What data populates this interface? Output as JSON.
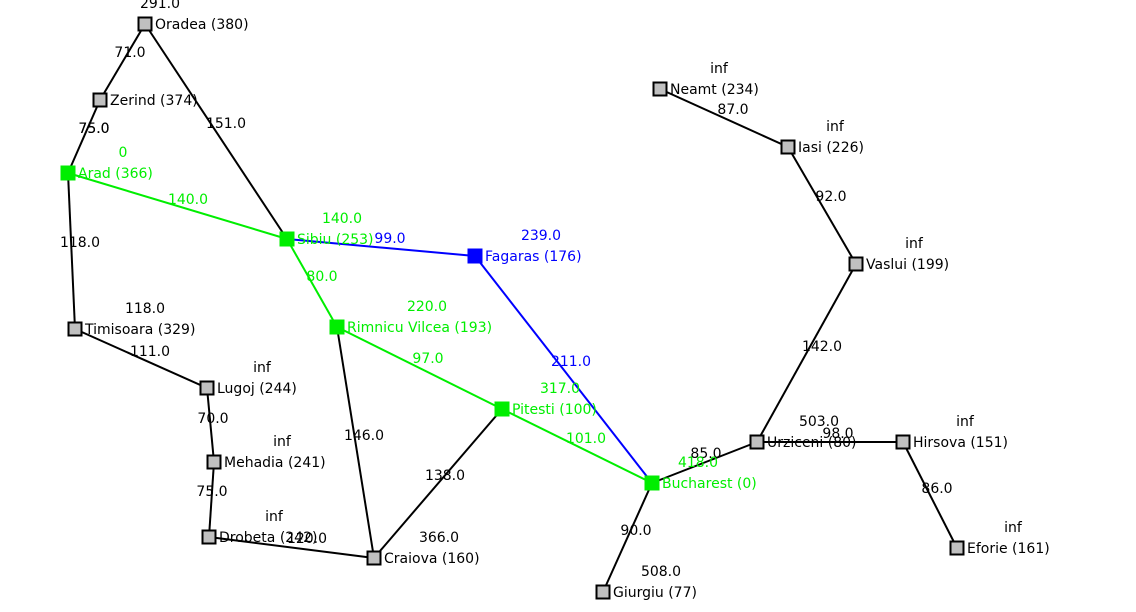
{
  "colors": {
    "default_node_fill": "#c0c0c0",
    "default_edge": "#000000",
    "default_text": "#000000",
    "green": "#00ee00",
    "blue": "#0000ff"
  },
  "nodes": [
    {
      "id": "oradea",
      "label": "Oradea (380)",
      "cost": "291.0",
      "state": "default"
    },
    {
      "id": "zerind",
      "label": "Zerind (374)",
      "cost": "75.0",
      "state": "default"
    },
    {
      "id": "arad",
      "label": "Arad (366)",
      "cost": "0",
      "state": "green"
    },
    {
      "id": "timisoara",
      "label": "Timisoara (329)",
      "cost": "118.0",
      "state": "default"
    },
    {
      "id": "lugoj",
      "label": "Lugoj (244)",
      "cost": "inf",
      "state": "default"
    },
    {
      "id": "mehadia",
      "label": "Mehadia (241)",
      "cost": "inf",
      "state": "default"
    },
    {
      "id": "drobeta",
      "label": "Drobeta (242)",
      "cost": "inf",
      "state": "default"
    },
    {
      "id": "sibiu",
      "label": "Sibiu (253)",
      "cost": "140.0",
      "state": "green"
    },
    {
      "id": "rimnicu",
      "label": "Rimnicu Vilcea (193)",
      "cost": "220.0",
      "state": "green"
    },
    {
      "id": "craiova",
      "label": "Craiova (160)",
      "cost": "366.0",
      "state": "default"
    },
    {
      "id": "fagaras",
      "label": "Fagaras (176)",
      "cost": "239.0",
      "state": "blue"
    },
    {
      "id": "pitesti",
      "label": "Pitesti (100)",
      "cost": "317.0",
      "state": "green"
    },
    {
      "id": "bucharest",
      "label": "Bucharest (0)",
      "cost": "418.0",
      "state": "green"
    },
    {
      "id": "giurgiu",
      "label": "Giurgiu (77)",
      "cost": "508.0",
      "state": "default"
    },
    {
      "id": "urziceni",
      "label": "Urziceni (80)",
      "cost": "503.0",
      "state": "default"
    },
    {
      "id": "hirsova",
      "label": "Hirsova (151)",
      "cost": "inf",
      "state": "default"
    },
    {
      "id": "eforie",
      "label": "Eforie (161)",
      "cost": "inf",
      "state": "default"
    },
    {
      "id": "vaslui",
      "label": "Vaslui (199)",
      "cost": "inf",
      "state": "default"
    },
    {
      "id": "iasi",
      "label": "Iasi (226)",
      "cost": "inf",
      "state": "default"
    },
    {
      "id": "neamt",
      "label": "Neamt (234)",
      "cost": "inf",
      "state": "default"
    }
  ],
  "edges": [
    {
      "from": "oradea",
      "to": "zerind",
      "weight": "71.0",
      "state": "default"
    },
    {
      "from": "oradea",
      "to": "sibiu",
      "weight": "151.0",
      "state": "default"
    },
    {
      "from": "zerind",
      "to": "arad",
      "weight": "75.0",
      "state": "default"
    },
    {
      "from": "arad",
      "to": "timisoara",
      "weight": "118.0",
      "state": "default"
    },
    {
      "from": "arad",
      "to": "sibiu",
      "weight": "140.0",
      "state": "green"
    },
    {
      "from": "timisoara",
      "to": "lugoj",
      "weight": "111.0",
      "state": "default"
    },
    {
      "from": "lugoj",
      "to": "mehadia",
      "weight": "70.0",
      "state": "default"
    },
    {
      "from": "mehadia",
      "to": "drobeta",
      "weight": "75.0",
      "state": "default"
    },
    {
      "from": "drobeta",
      "to": "craiova",
      "weight": "120.0",
      "state": "default"
    },
    {
      "from": "sibiu",
      "to": "fagaras",
      "weight": "99.0",
      "state": "blue"
    },
    {
      "from": "sibiu",
      "to": "rimnicu",
      "weight": "80.0",
      "state": "green"
    },
    {
      "from": "rimnicu",
      "to": "craiova",
      "weight": "146.0",
      "state": "default"
    },
    {
      "from": "rimnicu",
      "to": "pitesti",
      "weight": "97.0",
      "state": "green"
    },
    {
      "from": "craiova",
      "to": "pitesti",
      "weight": "138.0",
      "state": "default"
    },
    {
      "from": "fagaras",
      "to": "bucharest",
      "weight": "211.0",
      "state": "blue"
    },
    {
      "from": "pitesti",
      "to": "bucharest",
      "weight": "101.0",
      "state": "green"
    },
    {
      "from": "bucharest",
      "to": "giurgiu",
      "weight": "90.0",
      "state": "default"
    },
    {
      "from": "bucharest",
      "to": "urziceni",
      "weight": "85.0",
      "state": "default"
    },
    {
      "from": "urziceni",
      "to": "hirsova",
      "weight": "98.0",
      "state": "default"
    },
    {
      "from": "urziceni",
      "to": "vaslui",
      "weight": "142.0",
      "state": "default"
    },
    {
      "from": "hirsova",
      "to": "eforie",
      "weight": "86.0",
      "state": "default"
    },
    {
      "from": "vaslui",
      "to": "iasi",
      "weight": "92.0",
      "state": "default"
    },
    {
      "from": "iasi",
      "to": "neamt",
      "weight": "87.0",
      "state": "default"
    }
  ]
}
